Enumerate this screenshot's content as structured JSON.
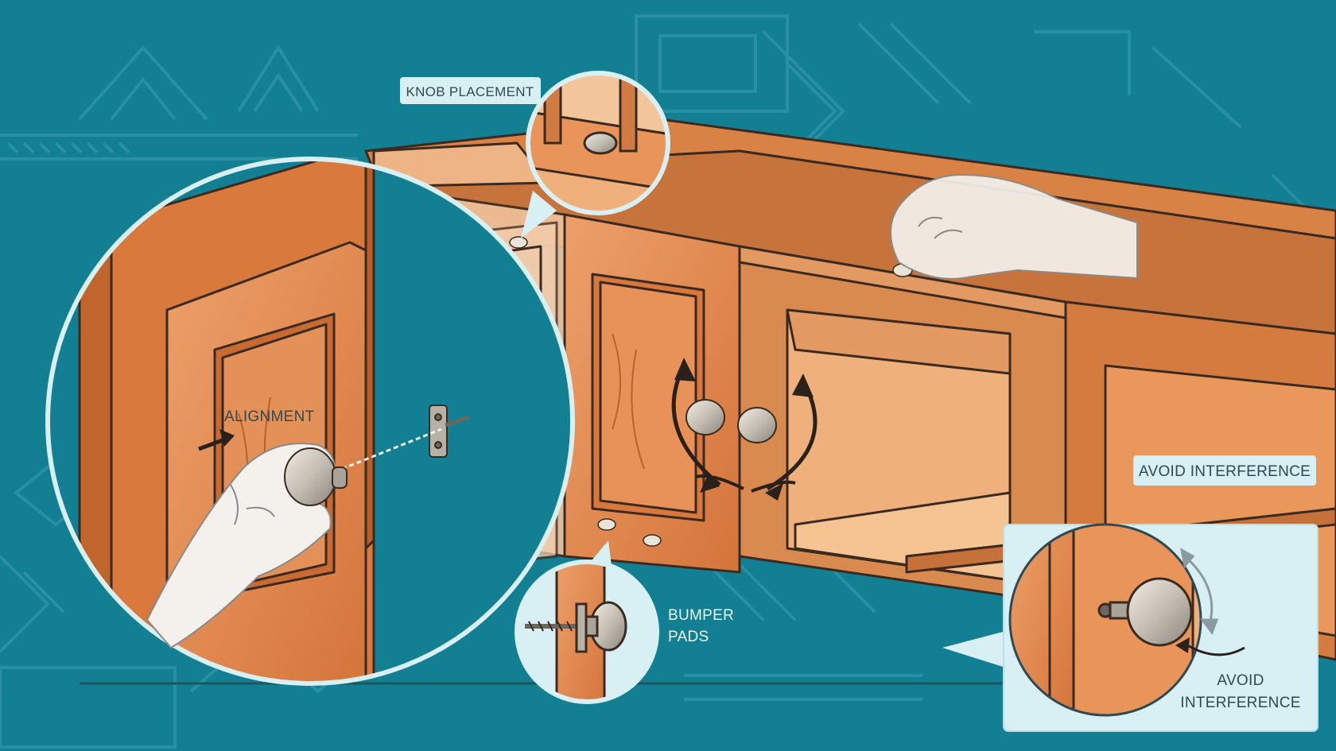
{
  "labels": {
    "knob_placement": "KNOB PLACEMENT",
    "alignment": "ALIGNMENT",
    "bumper_pads_line1": "BUMPER",
    "bumper_pads_line2": "PADS",
    "avoid_interference_tag": "AVOID INTERFERENCE",
    "avoid_interference_inset_line1": "AVOID",
    "avoid_interference_inset_line2": "INTERFERENCE"
  },
  "colors": {
    "background": "#137f92",
    "pattern": "#3a9fb0",
    "wood_light": "#e8955a",
    "wood_mid": "#d97a3c",
    "wood_dark": "#b85e26",
    "wood_interior": "#f0b07c",
    "outline": "#3a2a20",
    "callout_fill": "#d8f0f4",
    "knob": "#c9c3b8"
  },
  "icons": [
    "hand-icon",
    "knob-icon",
    "screw-icon",
    "bracket-icon",
    "rotate-arrows-icon",
    "bumper-pad-icon"
  ]
}
